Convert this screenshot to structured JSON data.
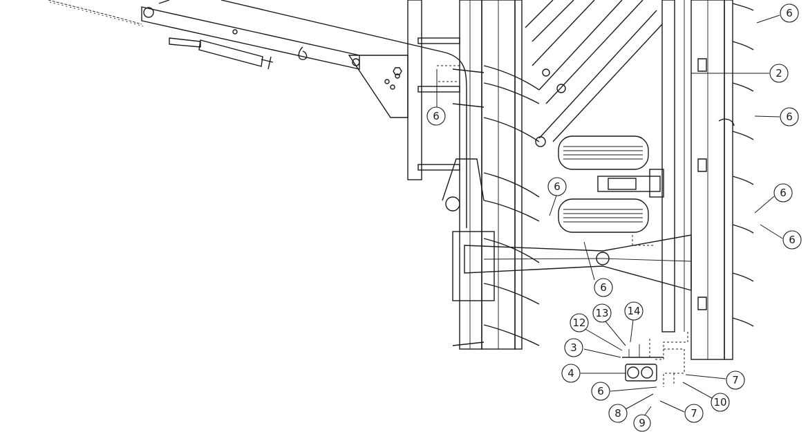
{
  "callouts": [
    {
      "id": "c1",
      "label": "6"
    },
    {
      "id": "c2",
      "label": "2"
    },
    {
      "id": "c3",
      "label": "6"
    },
    {
      "id": "c4",
      "label": "6"
    },
    {
      "id": "c5",
      "label": "6"
    },
    {
      "id": "c6",
      "label": "6"
    },
    {
      "id": "c7",
      "label": "6"
    },
    {
      "id": "c8",
      "label": "6"
    },
    {
      "id": "c9",
      "label": "14"
    },
    {
      "id": "c10",
      "label": "13"
    },
    {
      "id": "c11",
      "label": "12"
    },
    {
      "id": "c12",
      "label": "3"
    },
    {
      "id": "c13",
      "label": "4"
    },
    {
      "id": "c14",
      "label": "7"
    },
    {
      "id": "c15",
      "label": "6"
    },
    {
      "id": "c16",
      "label": "10"
    },
    {
      "id": "c17",
      "label": "8"
    },
    {
      "id": "c18",
      "label": "7"
    },
    {
      "id": "c19",
      "label": "9"
    }
  ]
}
